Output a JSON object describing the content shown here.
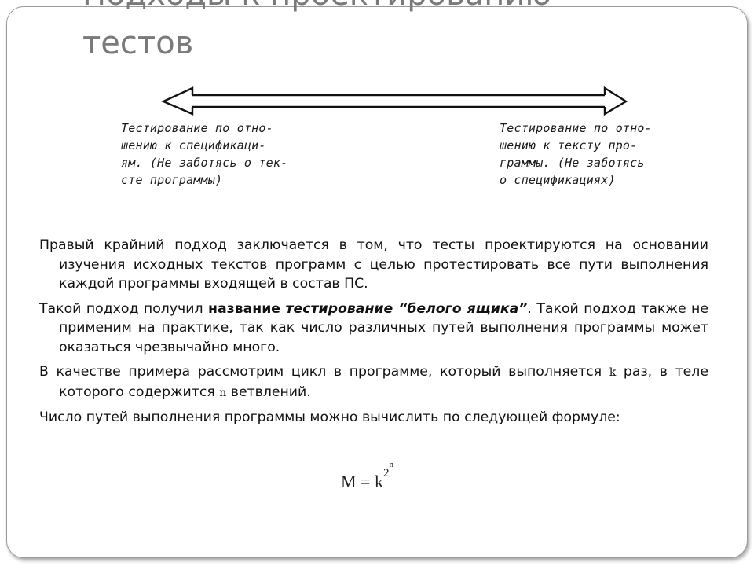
{
  "slide": {
    "title_line1": "Подходы к проектированию",
    "title_line2": "тестов"
  },
  "diagram": {
    "left_caption": "Тестирование по отно-\nшению к спецификаци-\nям. (Не заботясь о тек-\nсте программы)",
    "right_caption": "Тестирование по отно-\nшению к тексту про-\nграммы. (Не заботясь\nо спецификациях)"
  },
  "body": {
    "p1": "Правый крайний подход заключается в том, что тесты проектируются на основании изучения исходных текстов программ с целью протестировать все пути выполнения каждой программы входящей в состав ПС.",
    "p2_before": "Такой подход получил ",
    "p2_bold": "название",
    "p2_bold_italic": "тестирование “белого ящика”",
    "p2_after": ". Такой подход также не применим на практике, так как число различных путей выполнения программы может оказаться чрезвычайно много.",
    "p3_before": "В качестве примера рассмотрим цикл в программе, который выполняется ",
    "p3_k": "k",
    "p3_middle": " раз, в теле которого содержится ",
    "p3_n": "n",
    "p3_after": " ветвлений.",
    "p4": "Число путей выполнения программы можно вычислить по следующей формуле:"
  },
  "formula": {
    "lhs": "M = k",
    "exp": "2",
    "exp2": "n"
  }
}
